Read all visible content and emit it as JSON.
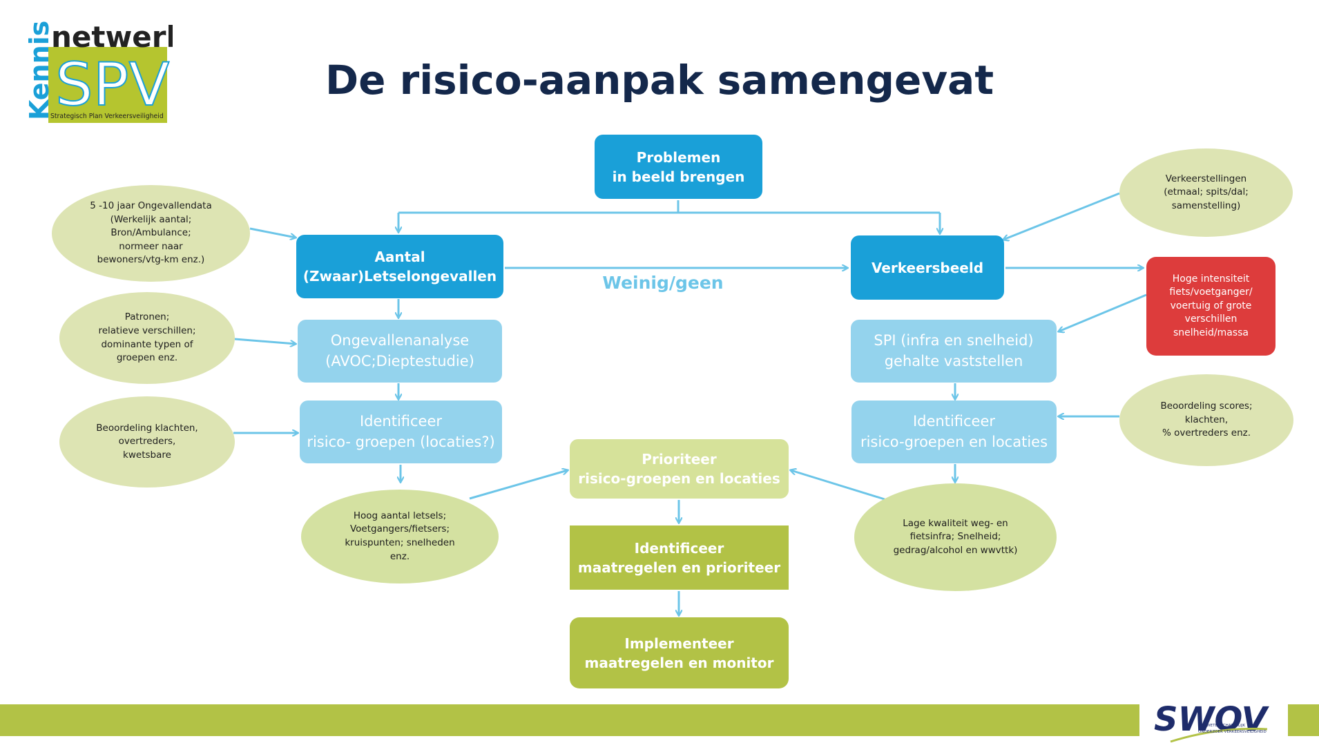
{
  "title": "De risico-aanpak samengevat",
  "logo_left": {
    "word_kennis": "Kennis",
    "word_netwerk": "netwerk",
    "word_spv": "SPV",
    "tagline": "Strategisch Plan Verkeersveiligheid"
  },
  "logo_right": {
    "word": "SWOV",
    "line1": "WETENSCHAPPELIJK",
    "line2": "ONDERZOEK VERKEERSVEILIGHEID"
  },
  "boxes": {
    "problemen": [
      "Problemen",
      "in beeld brengen"
    ],
    "aantal": [
      "Aantal",
      "(Zwaar)Letselongevallen"
    ],
    "verkeersbeeld": [
      "Verkeersbeeld"
    ],
    "ongevallenanalyse": [
      "Ongevallenanalyse",
      "(AVOC;Dieptestudie)"
    ],
    "spi": [
      "SPI (infra en snelheid)",
      "gehalte vaststellen"
    ],
    "identificeer_left": [
      "Identificeer",
      "risico- groepen (locaties?)"
    ],
    "identificeer_right": [
      "Identificeer",
      "risico-groepen en locaties"
    ],
    "prioriteer": [
      "Prioriteer",
      "risico-groepen en locaties"
    ],
    "maatregelen": [
      "Identificeer",
      "maatregelen en prioriteer"
    ],
    "implementeer": [
      "Implementeer",
      "maatregelen en monitor"
    ],
    "hoge_intensiteit": [
      "Hoge intensiteit",
      "fiets/voetganger/",
      "voertuig of grote",
      "verschillen",
      "snelheid/massa"
    ]
  },
  "ellipses": {
    "ongevallendata": [
      "5 -10 jaar Ongevallendata",
      "(Werkelijk aantal;",
      "Bron/Ambulance;",
      "normeer naar",
      "bewoners/vtg-km enz.)"
    ],
    "patronen": [
      "Patronen;",
      "relatieve verschillen;",
      "dominante typen of",
      "groepen enz."
    ],
    "klachten_left": [
      "Beoordeling klachten,",
      "overtreders,",
      "kwetsbare"
    ],
    "hoog_aantal": [
      "Hoog aantal letsels;",
      "Voetgangers/fietsers;",
      "kruispunten; snelheden",
      "enz."
    ],
    "verkeerstellingen": [
      "Verkeerstellingen",
      "(etmaal; spits/dal;",
      "samenstelling)"
    ],
    "scores": [
      "Beoordeling scores;",
      "klachten,",
      "% overtreders enz."
    ],
    "lage_kwaliteit": [
      "Lage kwaliteit weg- en",
      "fietsinfra; Snelheid;",
      "gedrag/alcohol en wwvttk)"
    ]
  },
  "label_weinig": "Weinig/geen",
  "colors": {
    "title": "#14284b",
    "dark_blue_box": "#1aa0d8",
    "light_blue_box": "#94d3ed",
    "light_green_box": "#d6e29a",
    "green_box": "#b2c246",
    "red_box": "#dd3c3c",
    "arrow": "#6cc5e8",
    "footer": "#b2c246"
  }
}
